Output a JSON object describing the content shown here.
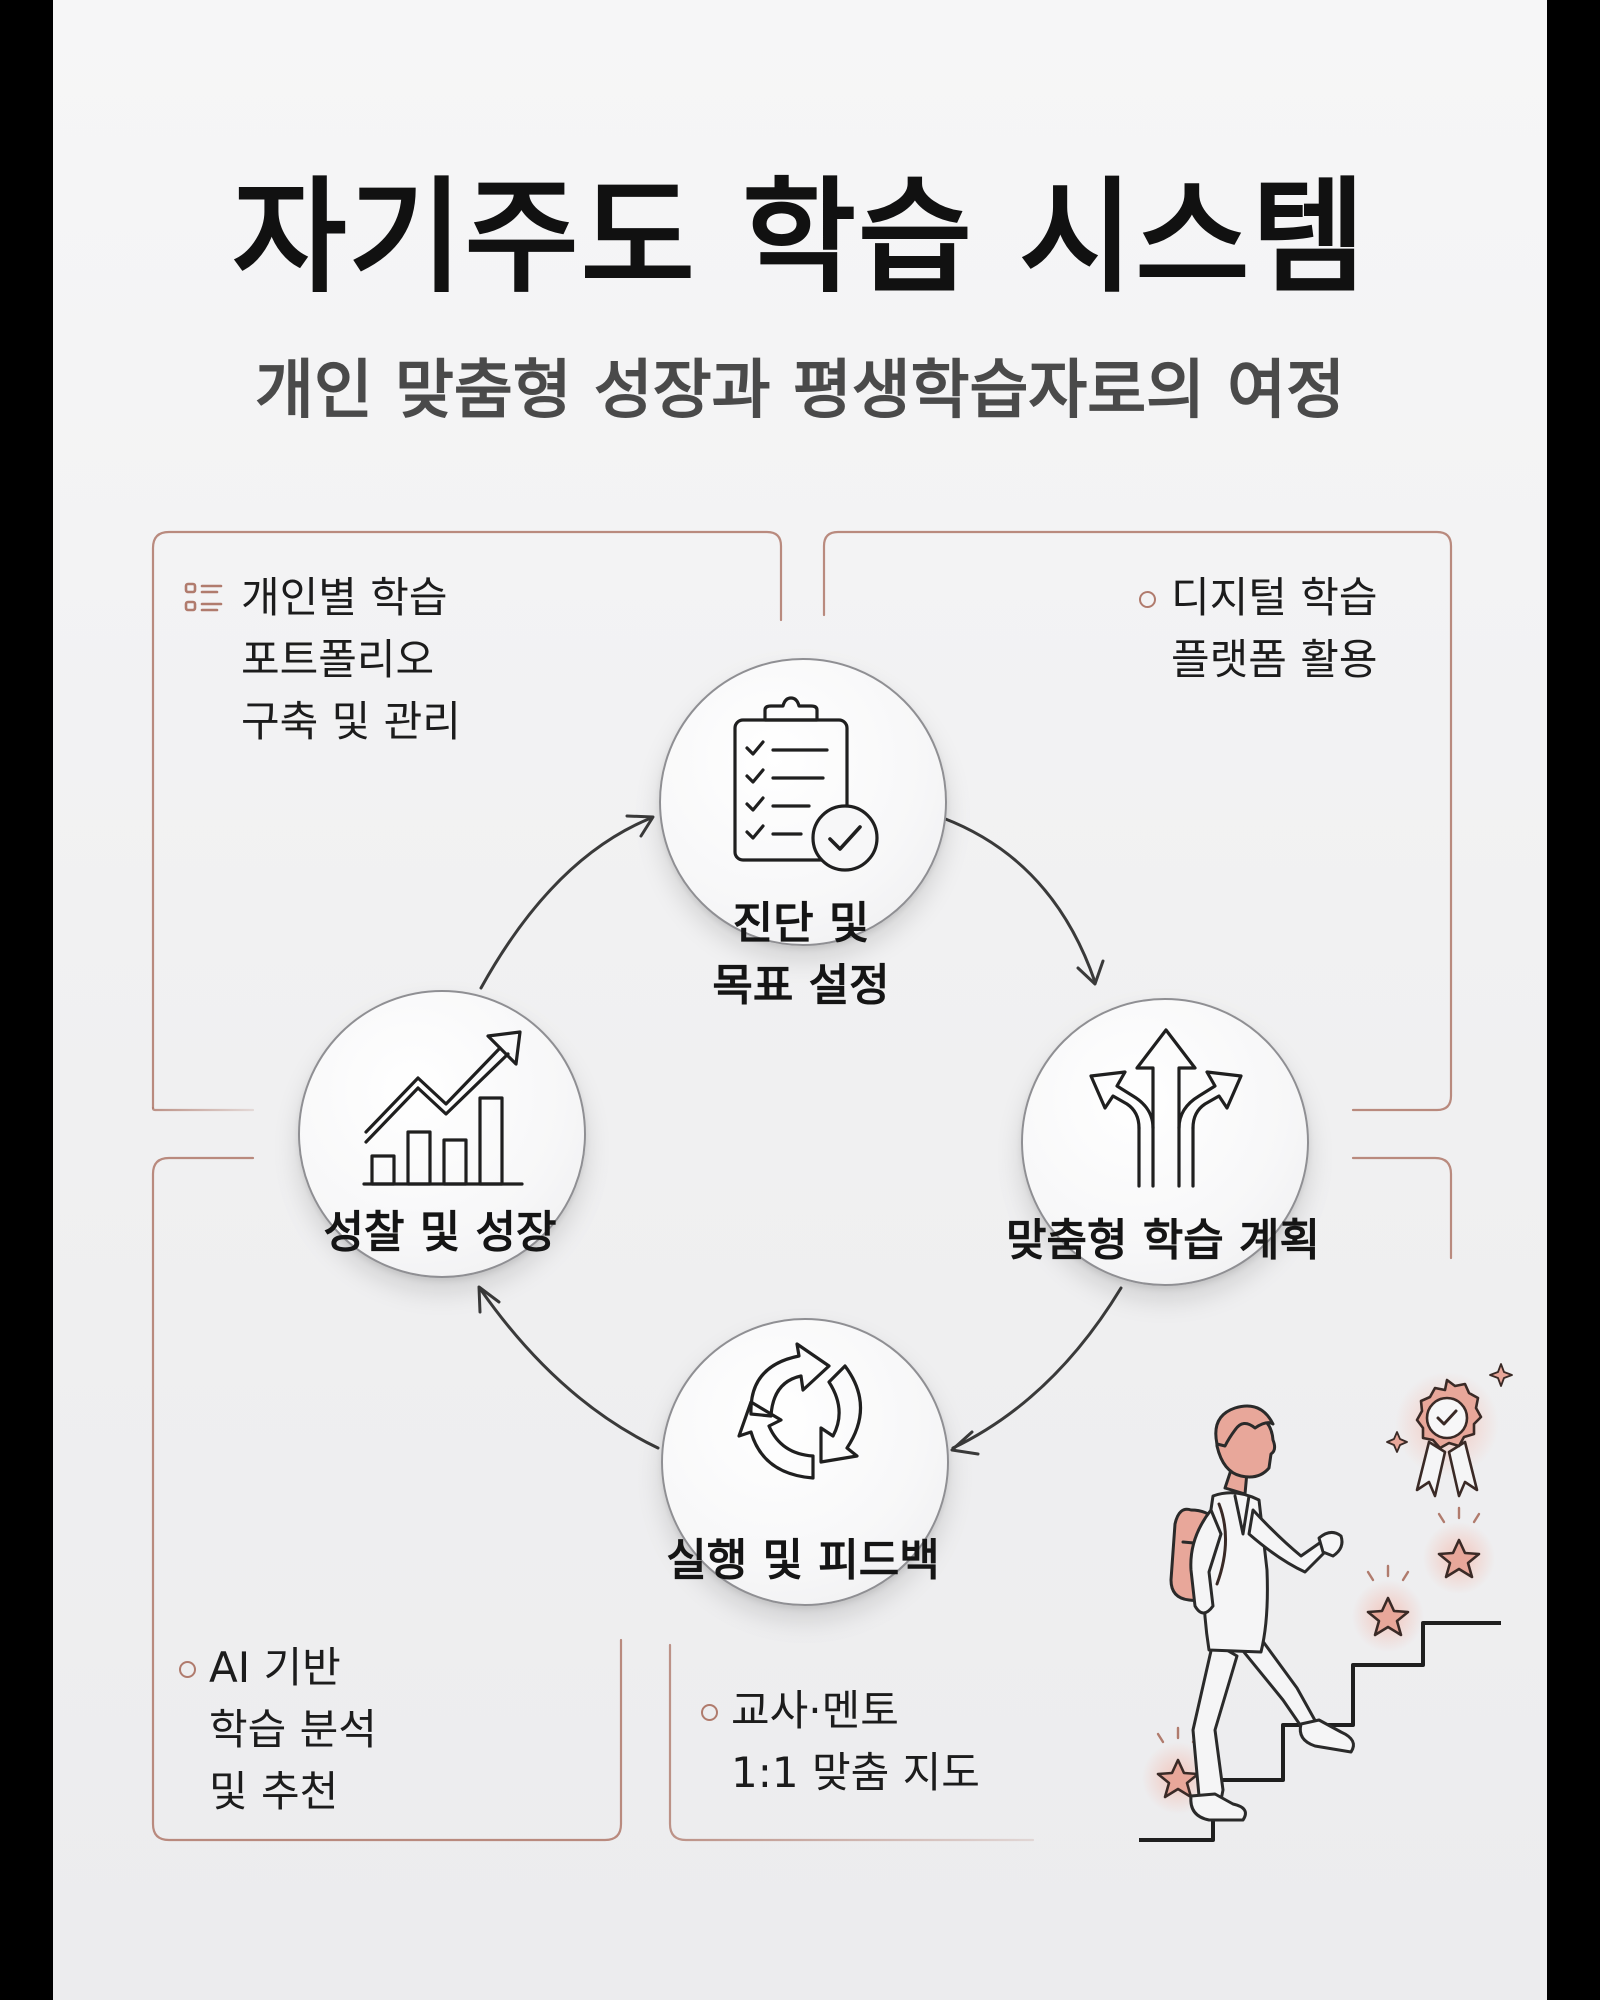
{
  "title": "자기주도 학습 시스템",
  "subtitle": "개인 맞춤형 성장과 평생학습자로의 여정",
  "notes": {
    "top_left": [
      "개인별 학습",
      "포트폴리오",
      "구축 및 관리"
    ],
    "top_right": [
      "디지털 학습",
      "플랫폼 활용"
    ],
    "bottom_left": [
      "AI 기반",
      "학습 분석",
      "및 추천"
    ],
    "bottom_center": [
      "교사·멘토",
      "1:1 맞춤 지도"
    ]
  },
  "cycle": {
    "diagnosis": {
      "label": [
        "진단 및",
        "목표 설정"
      ],
      "icon": "clipboard-check-icon"
    },
    "plan": {
      "label": "맞춤형 학습 계획",
      "icon": "branching-arrows-icon"
    },
    "execution": {
      "label": "실행 및 피드백",
      "icon": "cycle-arrows-icon"
    },
    "reflection": {
      "label": "성찰 및 성장",
      "icon": "growth-chart-icon"
    }
  },
  "colors": {
    "accent": "#b07b6d",
    "accent_light": "#e8a79a",
    "ink": "#151515",
    "subtitle": "#4a4a4a"
  }
}
